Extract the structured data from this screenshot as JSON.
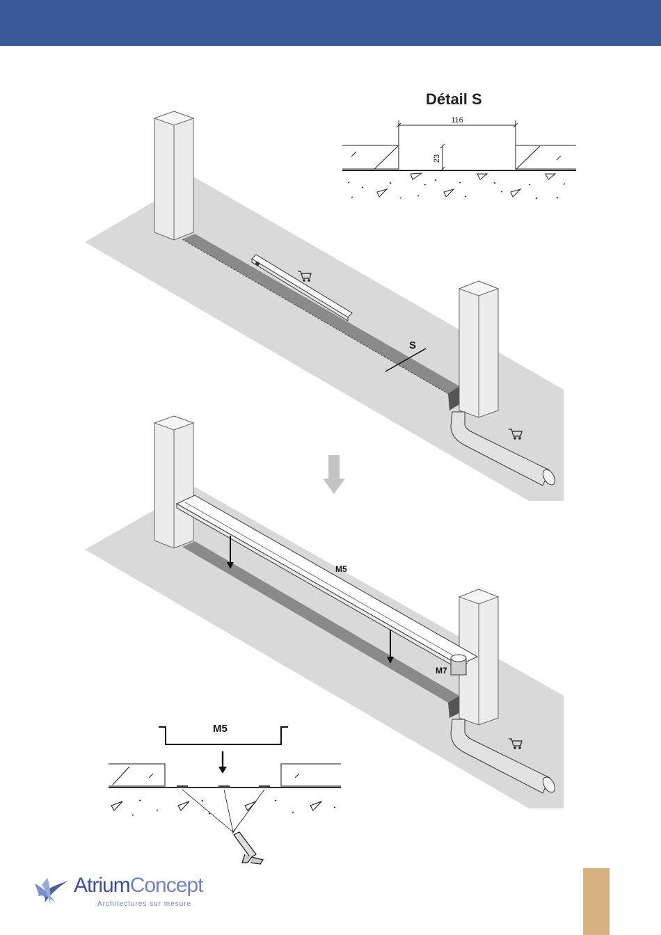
{
  "header": {
    "color": "#395a97"
  },
  "detail_s": {
    "title": "Détail S",
    "width_dim": "116",
    "depth_dim": "23"
  },
  "upper_drawing": {
    "section_mark": "S",
    "cart_icon": "shopping-cart-icon"
  },
  "lower_drawing": {
    "channel_label": "M5",
    "outlet_label": "M7",
    "cart_icon": "shopping-cart-icon"
  },
  "section_detail": {
    "profile_label": "M5"
  },
  "logo": {
    "name_part1": "Atrium",
    "name_part2": "Concept",
    "tagline": "Architectures sur mesure"
  },
  "page_tab": {
    "color": "#d9b07f"
  }
}
